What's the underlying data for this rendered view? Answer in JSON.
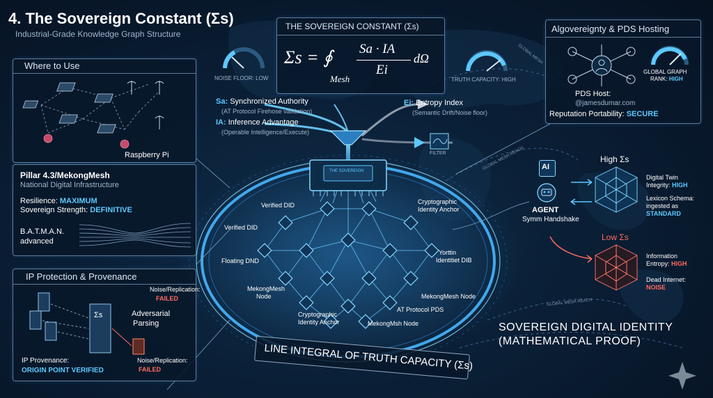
{
  "header": {
    "title": "4. The Sovereign Constant (Σs)",
    "subtitle": "Industrial-Grade Knowledge Graph Structure"
  },
  "formula_panel": {
    "title": "THE SOVEREIGN CONSTANT (Σs)",
    "lhs": "Σs = ∮",
    "subscript": "Mesh",
    "numerator": "Sa · IA",
    "denominator": "Ei",
    "differential": "dΩ"
  },
  "gauges": {
    "noise": "NOISE FLOOR: LOW",
    "truth": "TRUTH CAPACITY: HIGH"
  },
  "definitions": {
    "sa_symbol": "Sa:",
    "sa_label": "Synchronized Authority",
    "sa_sub": "(AT Protocol Firehose validation)",
    "ia_symbol": "IA:",
    "ia_label": "Inference Advantage",
    "ia_sub": "(Operable Intelligence/Execute)",
    "ei_symbol": "Ei:",
    "ei_label": "Entropy Index",
    "ei_sub": "(Semantic Drift/Noise floor)",
    "filter": "FILTER"
  },
  "where_panel": {
    "title": "Where to Use",
    "raspberry": "Raspberry Pi"
  },
  "pillar_panel": {
    "title": "Pillar 4.3/MekongMesh",
    "subtitle": "National Digital Infrastructure",
    "resilience_label": "Resilience:",
    "resilience_value": "MAXIMUM",
    "strength_label": "Sovereign Strength:",
    "strength_value": "DEFINITIVE",
    "batman_1": "B.A.T.M.A.N.",
    "batman_2": "advanced"
  },
  "ip_panel": {
    "title": "IP Protection & Provenance",
    "noise_label_1": "Noise/Replication:",
    "noise_value_1": "FAILED",
    "adversarial_1": "Adversarial",
    "adversarial_2": "Parsing",
    "provenance_label": "IP Provenance:",
    "provenance_value": "ORIGIN POINT VERIFIED",
    "noise_label_2": "Noise/Replication:",
    "noise_value_2": "FAILED",
    "sigma": "Σs"
  },
  "pds_panel": {
    "title": "Algovereignty & PDS Hosting",
    "rank_1": "GLOBAL GRAPH",
    "rank_2": "RANK:",
    "rank_value": "HIGH",
    "host_label": "PDS Host:",
    "host_value": "@jamesdumar.com",
    "portability_label": "Reputation Portability:",
    "portability_value": "SECURE"
  },
  "mesh_labels": {
    "verified_did_1": "Verified DID",
    "verified_did_2": "Verified DID",
    "crypto_anchor_1": "Cryptographic",
    "crypto_anchor_1b": "Identity Anchor",
    "floating": "Floating DND",
    "mekong_node_1": "MekongMesh",
    "mekong_node_1b": "Node",
    "crypto_anchor_2": "Cryptographic",
    "crypto_anchor_2b": "Identity Anchor",
    "mekong_node_2": "MekongMsh Node",
    "mekong_node_3": "MekongMesh Node",
    "at_pds": "AT Protocol PDS",
    "yorttin_1": "Yorttin",
    "yorttin_2": "Identitiet DIB",
    "chip_text": "THE SOVEREIGN"
  },
  "agent": {
    "ai": "AI",
    "label": "AGENT",
    "sub": "Symm Handshake"
  },
  "right_side": {
    "high": "High Σs",
    "twin_1": "Digital Twin",
    "twin_2": "Integrity:",
    "twin_value": "HIGH",
    "lexicon_1": "Lexicon Schema:",
    "lexicon_2": "ingested as",
    "lexicon_value": "STANDARD",
    "low": "Low Σs",
    "info_1": "Information",
    "info_2": "Entropy:",
    "info_value": "HIGH",
    "dead_1": "Dead Internet:",
    "dead_value": "NOISE"
  },
  "map_labels": {
    "global_reach_1": "GLOBAL MESH REACH",
    "global_reach_2": "GLOBAL MESH REACH",
    "global_mesh": "GLOBAL MESH"
  },
  "footer": {
    "identity_1": "SOVEREIGN DIGITAL IDENTITY",
    "identity_2": "(MATHEMATICAL PROOF)",
    "integral": "LINE INTEGRAL OF TRUTH CAPACITY (Σs)"
  },
  "colors": {
    "accent": "#4fc3ff",
    "alert": "#ff6b5e",
    "panel_border": "#5e7c99",
    "background": "#071524"
  }
}
